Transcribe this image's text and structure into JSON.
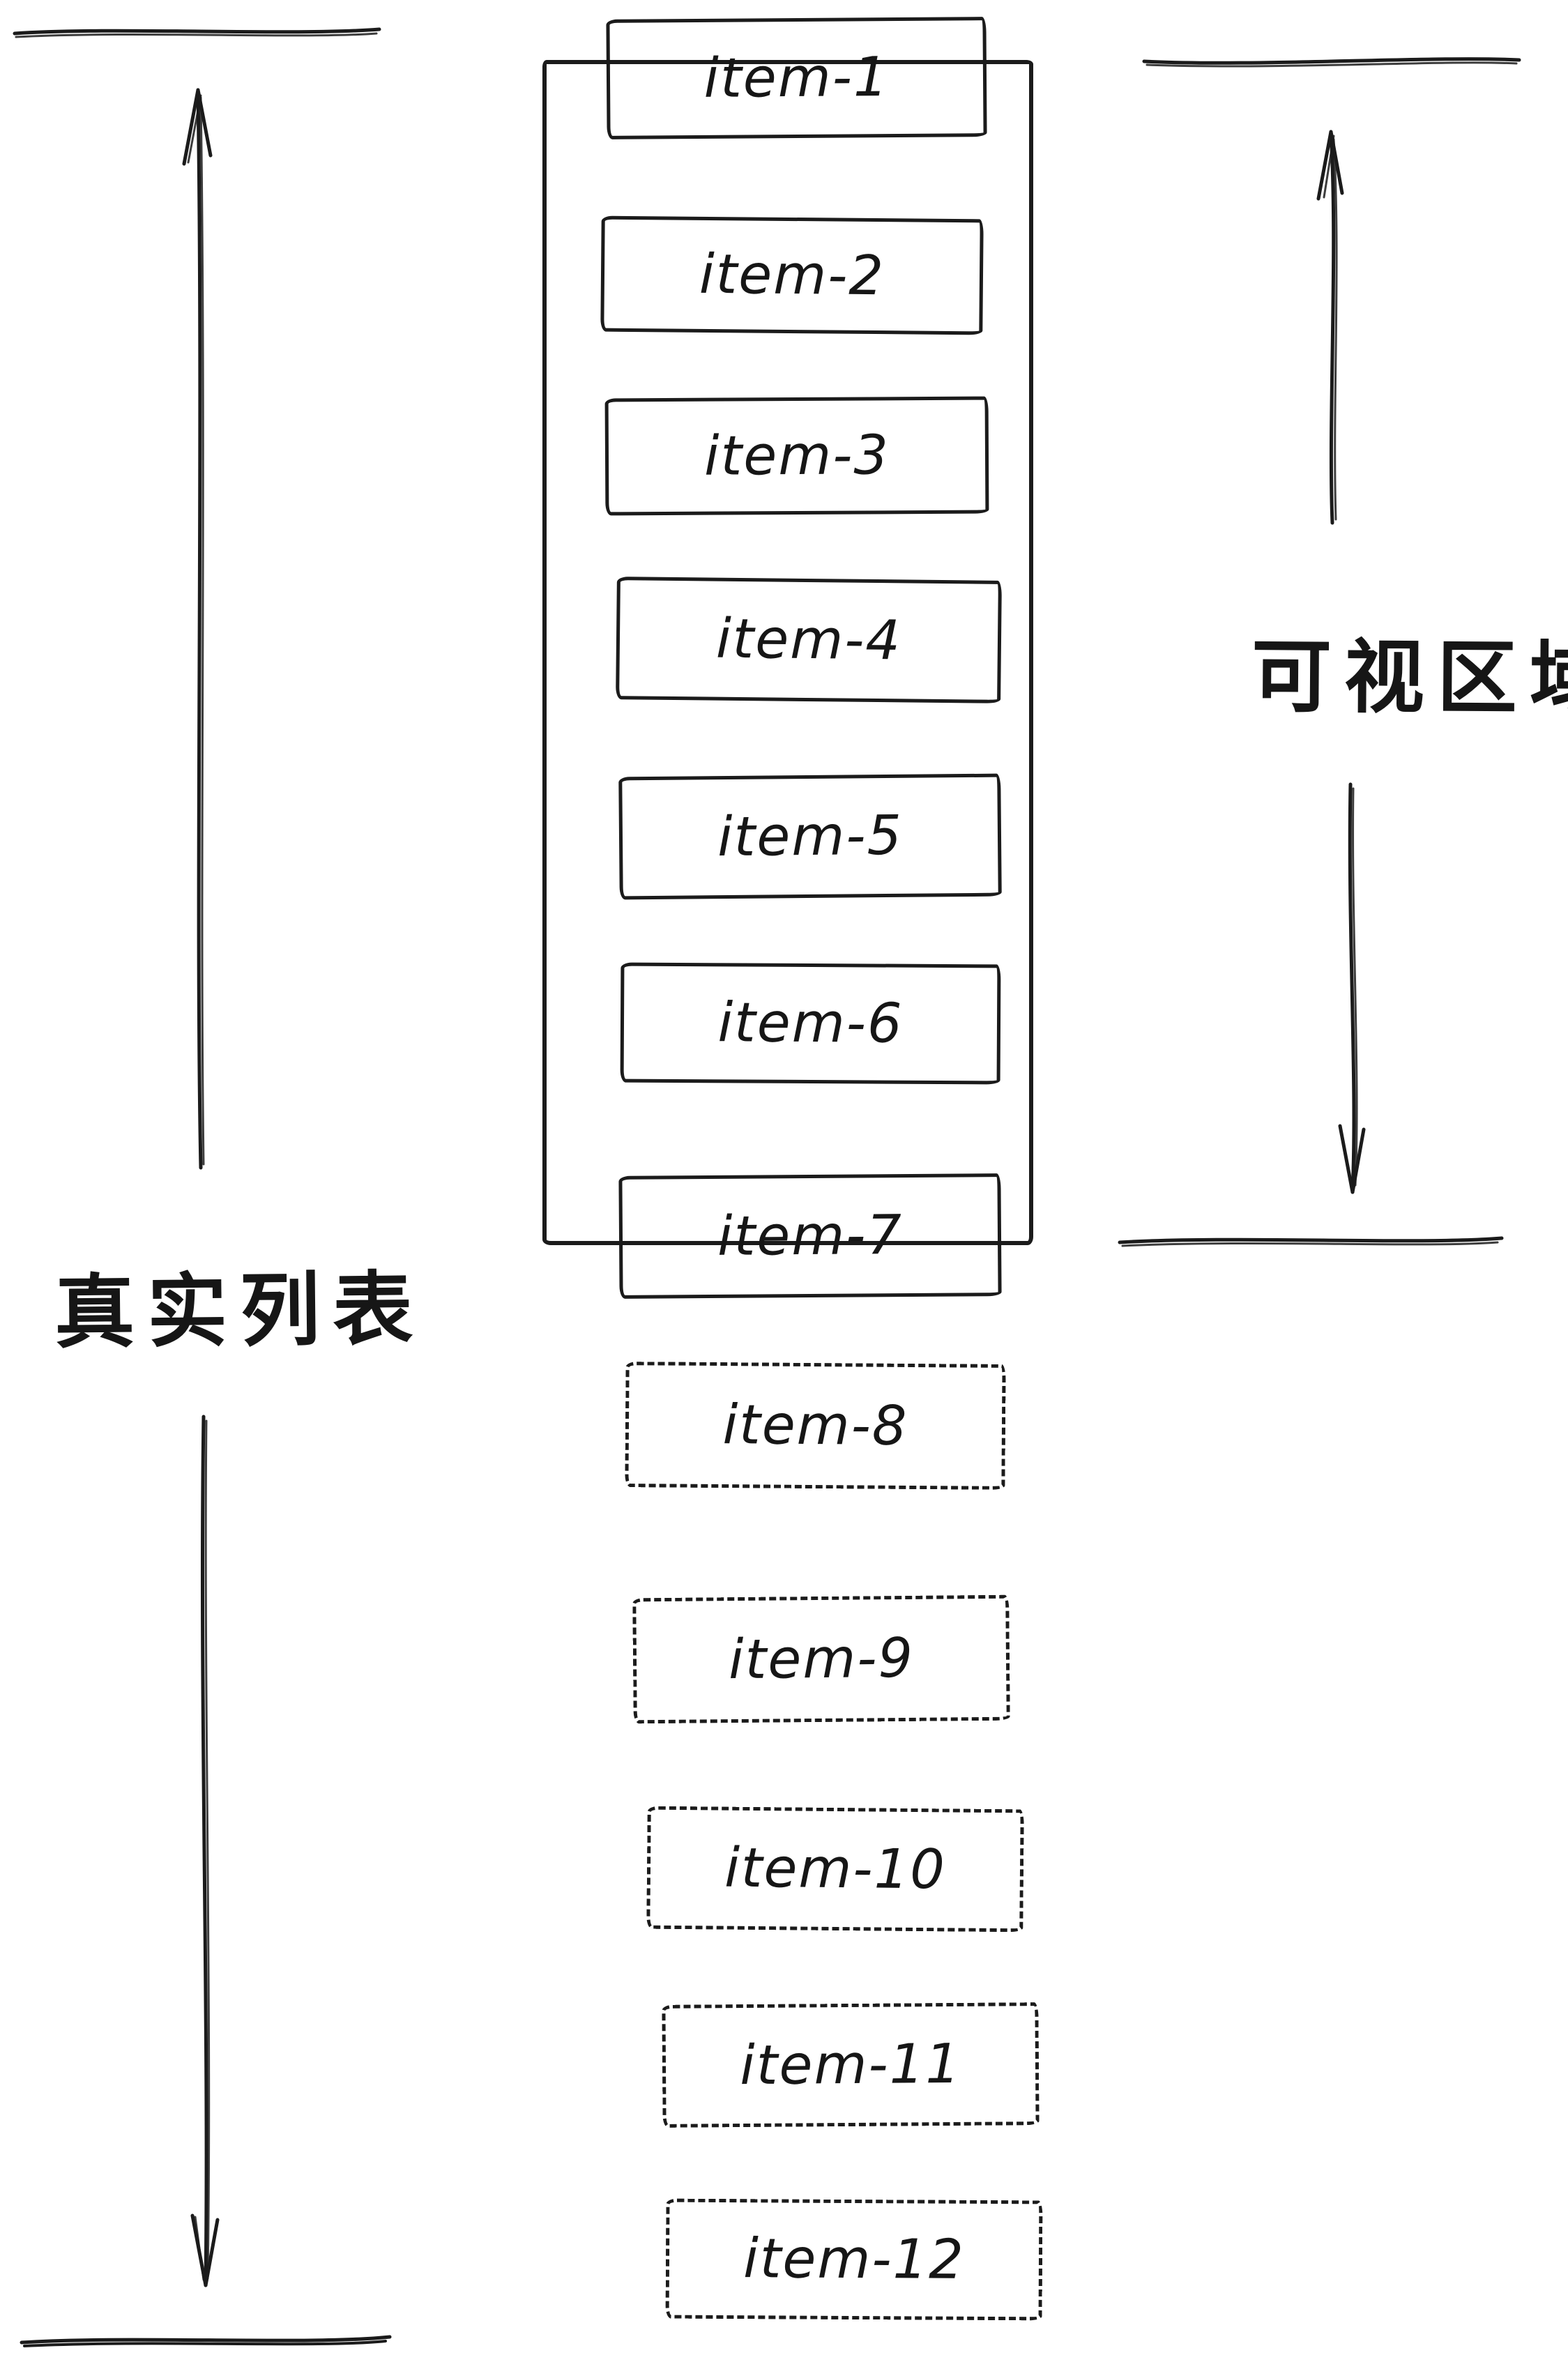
{
  "diagram": {
    "left_label": "真实列表",
    "right_label": "可视区域",
    "ink_color": "#1b1b1b",
    "viewport": {
      "visible_item_count": 7,
      "total_item_count": 12
    },
    "items": [
      {
        "label": "item-1",
        "in_viewport": true
      },
      {
        "label": "item-2",
        "in_viewport": true
      },
      {
        "label": "item-3",
        "in_viewport": true
      },
      {
        "label": "item-4",
        "in_viewport": true
      },
      {
        "label": "item-5",
        "in_viewport": true
      },
      {
        "label": "item-6",
        "in_viewport": true
      },
      {
        "label": "item-7",
        "in_viewport": true
      },
      {
        "label": "item-8",
        "in_viewport": false
      },
      {
        "label": "item-9",
        "in_viewport": false
      },
      {
        "label": "item-10",
        "in_viewport": false
      },
      {
        "label": "item-11",
        "in_viewport": false
      },
      {
        "label": "item-12",
        "in_viewport": false
      }
    ]
  }
}
